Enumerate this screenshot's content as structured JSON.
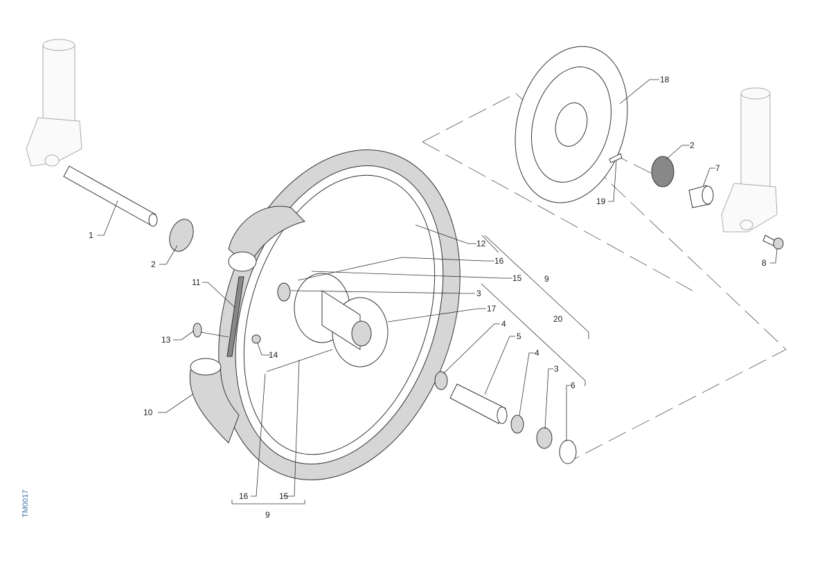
{
  "drawing_code": "TM0017",
  "callouts": {
    "c1": "1",
    "c2a": "2",
    "c11": "11",
    "c13": "13",
    "c10": "10",
    "c14": "14",
    "c16a": "16",
    "c15a": "15",
    "c9a": "9",
    "c12": "12",
    "c16b": "16",
    "c15b": "15",
    "c9b": "9",
    "c3a": "3",
    "c17": "17",
    "c20": "20",
    "c4a": "4",
    "c5": "5",
    "c4b": "4",
    "c3b": "3",
    "c6": "6",
    "c18": "18",
    "c2b": "2",
    "c7": "7",
    "c19": "19",
    "c8": "8"
  }
}
